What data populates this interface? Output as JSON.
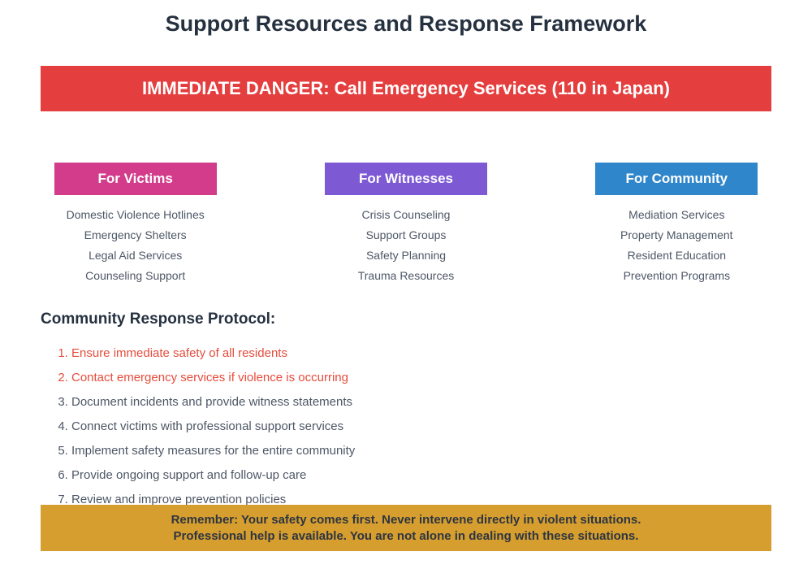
{
  "page": {
    "title": "Support Resources and Response Framework"
  },
  "danger_banner": {
    "text": "IMMEDIATE DANGER: Call Emergency Services (110 in Japan)",
    "bg_color": "#e53e3e"
  },
  "columns": [
    {
      "header": "For Victims",
      "header_bg": "#d23c8a",
      "items": [
        "Domestic Violence Hotlines",
        "Emergency Shelters",
        "Legal Aid Services",
        "Counseling Support"
      ]
    },
    {
      "header": "For Witnesses",
      "header_bg": "#7d5ad4",
      "items": [
        "Crisis Counseling",
        "Support Groups",
        "Safety Planning",
        "Trauma Resources"
      ]
    },
    {
      "header": "For Community",
      "header_bg": "#3086ca",
      "items": [
        "Mediation Services",
        "Property Management",
        "Resident Education",
        "Prevention Programs"
      ]
    }
  ],
  "protocol": {
    "heading": "Community Response Protocol:",
    "steps": [
      {
        "text": "Ensure immediate safety of all residents",
        "urgent": true
      },
      {
        "text": "Contact emergency services if violence is occurring",
        "urgent": true
      },
      {
        "text": "Document incidents and provide witness statements",
        "urgent": false
      },
      {
        "text": "Connect victims with professional support services",
        "urgent": false
      },
      {
        "text": "Implement safety measures for the entire community",
        "urgent": false
      },
      {
        "text": "Provide ongoing support and follow-up care",
        "urgent": false
      },
      {
        "text": "Review and improve prevention policies",
        "urgent": false
      }
    ],
    "urgent_color": "#e74c3c"
  },
  "reminder_banner": {
    "line1": "Remember: Your safety comes first. Never intervene directly in violent situations.",
    "line2": "Professional help is available. You are not alone in dealing with these situations.",
    "bg_color": "#d69e2e"
  }
}
